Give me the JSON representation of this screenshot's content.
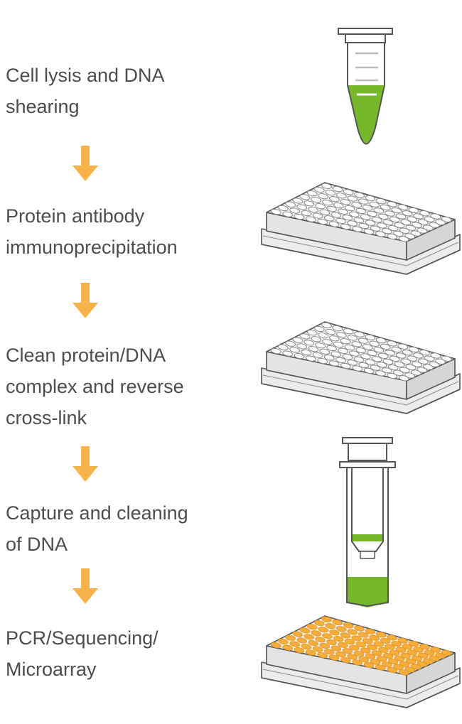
{
  "steps": [
    {
      "label": "Cell lysis and DNA\nshearing",
      "icon": "microcentrifuge-tube-icon"
    },
    {
      "label": "Protein antibody\nimmunoprecipitation",
      "icon": "well-plate-icon"
    },
    {
      "label": "Clean protein/DNA\ncomplex and reverse\ncross-link",
      "icon": "well-plate-icon"
    },
    {
      "label": "Capture and cleaning\nof DNA",
      "icon": "spin-column-icon"
    },
    {
      "label": "PCR/Sequencing/\nMicroarray",
      "icon": "well-plate-filled-icon"
    }
  ],
  "colors": {
    "arrow": "#f7b24a",
    "liquid": "#76b82a",
    "wells_filled": "#f5ad3c",
    "outline": "#555555",
    "plate_fill": "#e4e4e4"
  }
}
